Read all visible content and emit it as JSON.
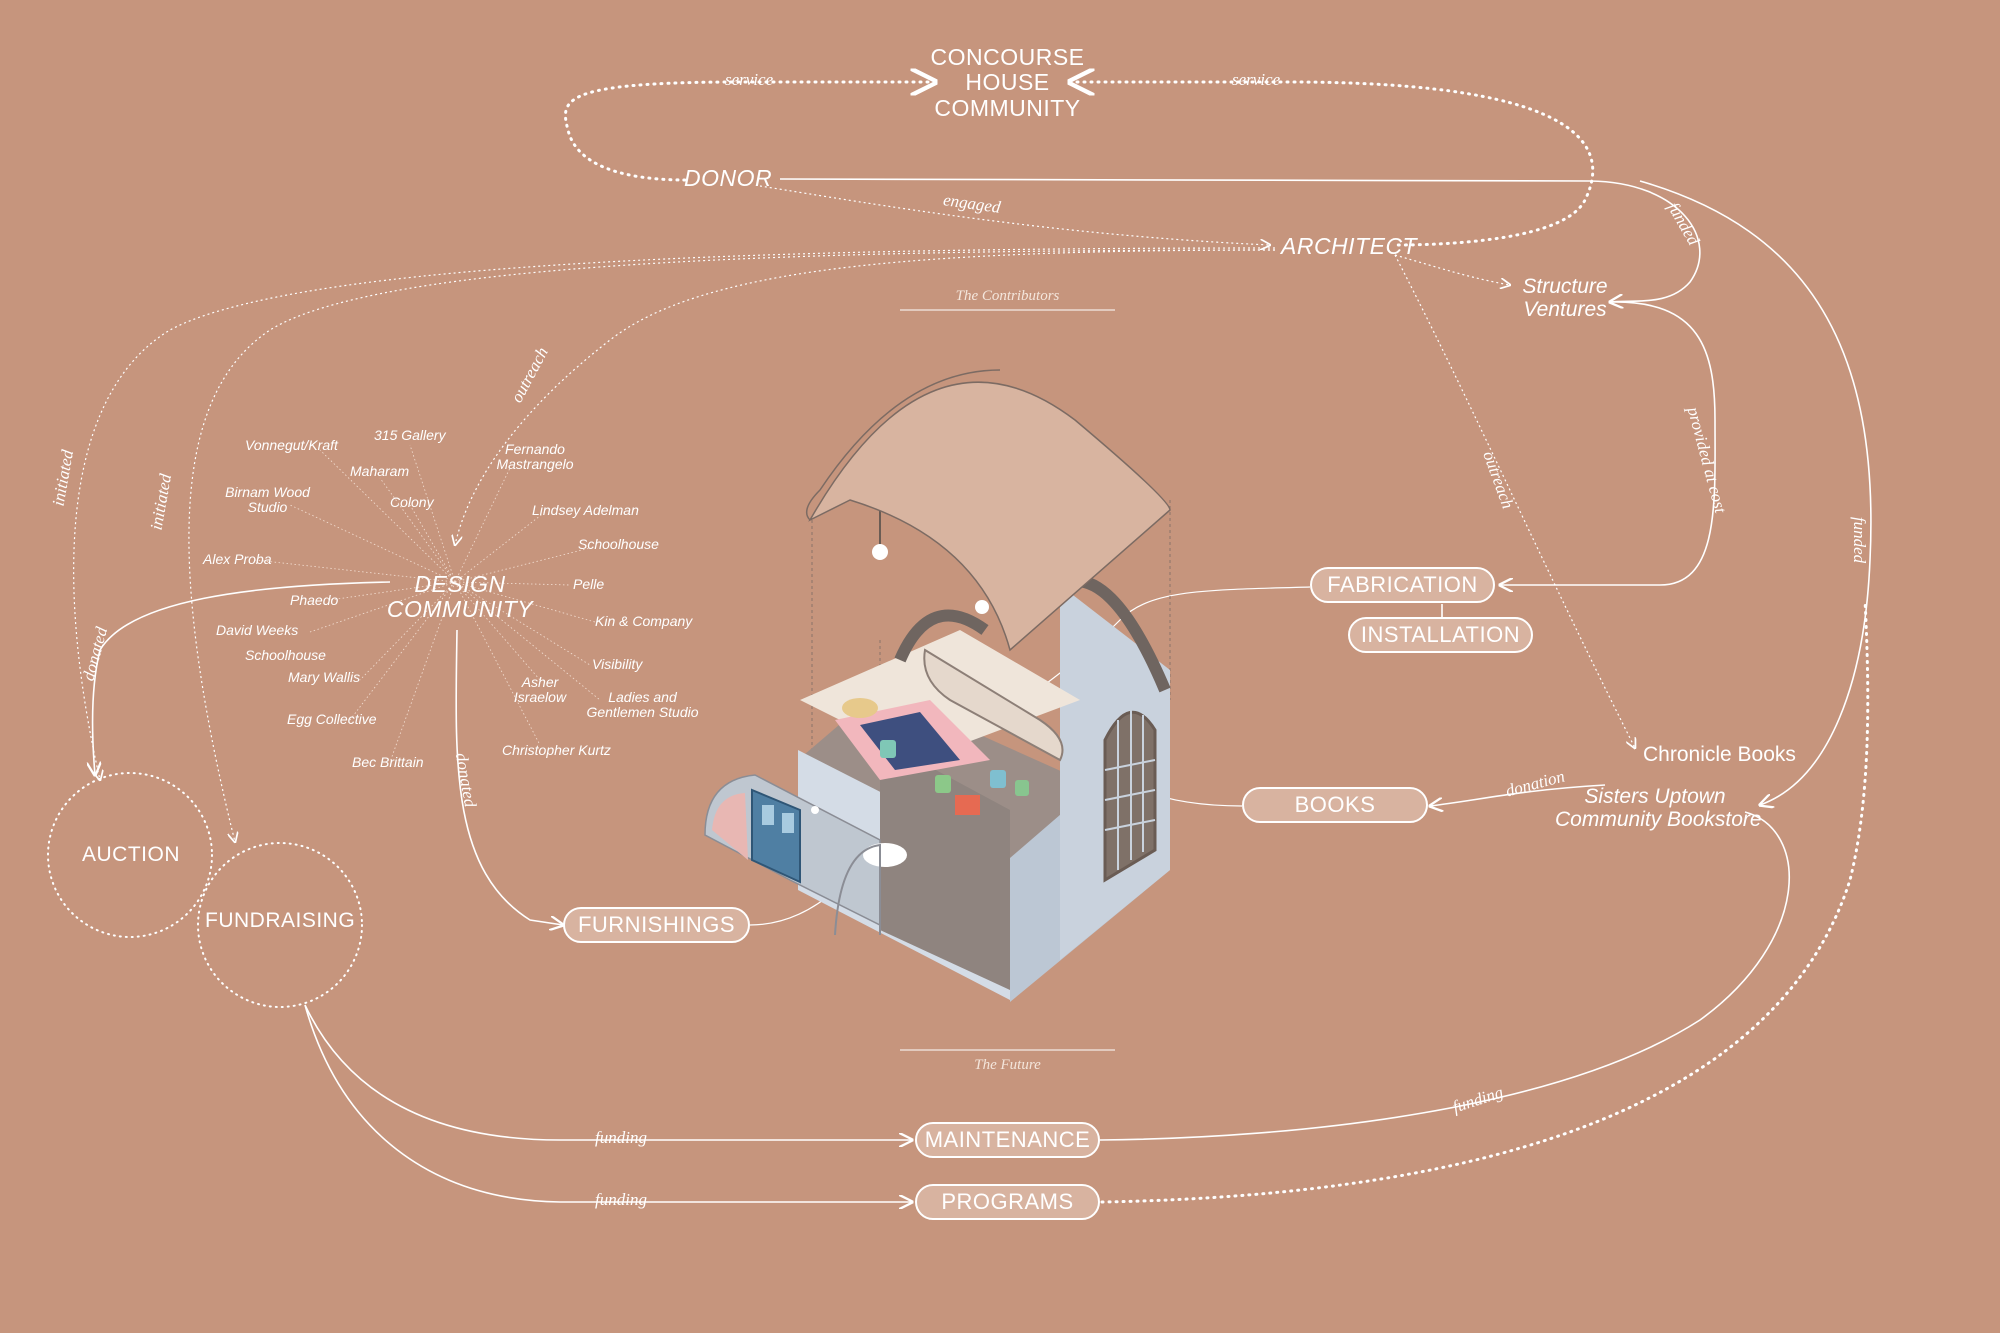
{
  "nodes": {
    "concourse": [
      "CONCOURSE",
      "HOUSE",
      "COMMUNITY"
    ],
    "donor": "DONOR",
    "architect": "ARCHITECT",
    "structure_ventures": [
      "Structure",
      "Ventures"
    ],
    "design_community": [
      "DESIGN",
      "COMMUNITY"
    ],
    "auction": "AUCTION",
    "fundraising": "FUNDRAISING",
    "fabrication": "FABRICATION",
    "installation": "INSTALLATION",
    "books": "BOOKS",
    "furnishings": "FURNISHINGS",
    "maintenance": "MAINTENANCE",
    "programs": "PROGRAMS",
    "chronicle_books": "Chronicle Books",
    "sisters_uptown": [
      "Sisters Uptown",
      "Community Bookstore"
    ]
  },
  "captions": {
    "contributors": "The Contributors",
    "future": "The Future"
  },
  "edge_labels": {
    "service_left": "service",
    "service_right": "service",
    "engaged": "engaged",
    "funded_top": "funded",
    "funded_right": "funded",
    "provided_at_cost": "provided at cost",
    "outreach_left": "outreach",
    "outreach_right": "outreach",
    "initiated_1": "initiated",
    "initiated_2": "initiated",
    "donated_left": "donated",
    "donated_center": "donated",
    "donation": "donation",
    "funding_maint": "funding",
    "funding_programs": "funding",
    "funding_right": "funding"
  },
  "contributors": [
    "Vonnegut/Kraft",
    "315 Gallery",
    "Maharam",
    "Colony",
    "Birnam Wood Studio",
    "Fernando Mastrangelo",
    "Lindsey Adelman",
    "Schoolhouse",
    "Alex Proba",
    "Pelle",
    "Phaedo",
    "Kin & Company",
    "David Weeks",
    "Schoolhouse",
    "Visibility",
    "Mary Wallis",
    "Asher Israelow",
    "Ladies and Gentlemen Studio",
    "Egg Collective",
    "Christopher Kurtz",
    "Bec Brittain"
  ],
  "colors": {
    "background": "#c6957d",
    "line": "#ffffff",
    "pill_fill": "#d8b3a0"
  }
}
